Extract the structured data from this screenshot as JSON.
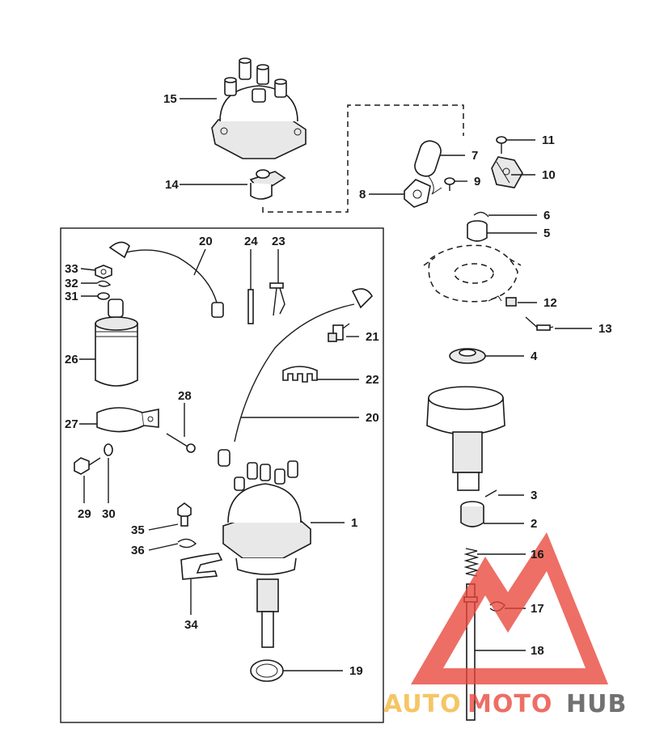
{
  "callouts": [
    {
      "id": "1",
      "label": "1"
    },
    {
      "id": "2",
      "label": "2"
    },
    {
      "id": "3",
      "label": "3"
    },
    {
      "id": "4",
      "label": "4"
    },
    {
      "id": "5",
      "label": "5"
    },
    {
      "id": "6",
      "label": "6"
    },
    {
      "id": "7",
      "label": "7"
    },
    {
      "id": "8",
      "label": "8"
    },
    {
      "id": "9",
      "label": "9"
    },
    {
      "id": "10",
      "label": "10"
    },
    {
      "id": "11",
      "label": "11"
    },
    {
      "id": "12",
      "label": "12"
    },
    {
      "id": "13",
      "label": "13"
    },
    {
      "id": "14",
      "label": "14"
    },
    {
      "id": "15",
      "label": "15"
    },
    {
      "id": "16",
      "label": "16"
    },
    {
      "id": "17",
      "label": "17"
    },
    {
      "id": "18",
      "label": "18"
    },
    {
      "id": "19",
      "label": "19"
    },
    {
      "id": "20a",
      "label": "20"
    },
    {
      "id": "20b",
      "label": "20"
    },
    {
      "id": "21",
      "label": "21"
    },
    {
      "id": "22",
      "label": "22"
    },
    {
      "id": "23",
      "label": "23"
    },
    {
      "id": "24",
      "label": "24"
    },
    {
      "id": "26",
      "label": "26"
    },
    {
      "id": "27",
      "label": "27"
    },
    {
      "id": "28",
      "label": "28"
    },
    {
      "id": "29",
      "label": "29"
    },
    {
      "id": "30",
      "label": "30"
    },
    {
      "id": "31",
      "label": "31"
    },
    {
      "id": "32",
      "label": "32"
    },
    {
      "id": "33",
      "label": "33"
    },
    {
      "id": "34",
      "label": "34"
    },
    {
      "id": "35",
      "label": "35"
    },
    {
      "id": "36",
      "label": "36"
    }
  ],
  "watermark": {
    "word_a": "AUTO",
    "word_b": "MOTO",
    "word_c": "HUB",
    "color_a": "#f4b63a",
    "color_b": "#e8463a",
    "color_c": "#4a4a4a"
  }
}
